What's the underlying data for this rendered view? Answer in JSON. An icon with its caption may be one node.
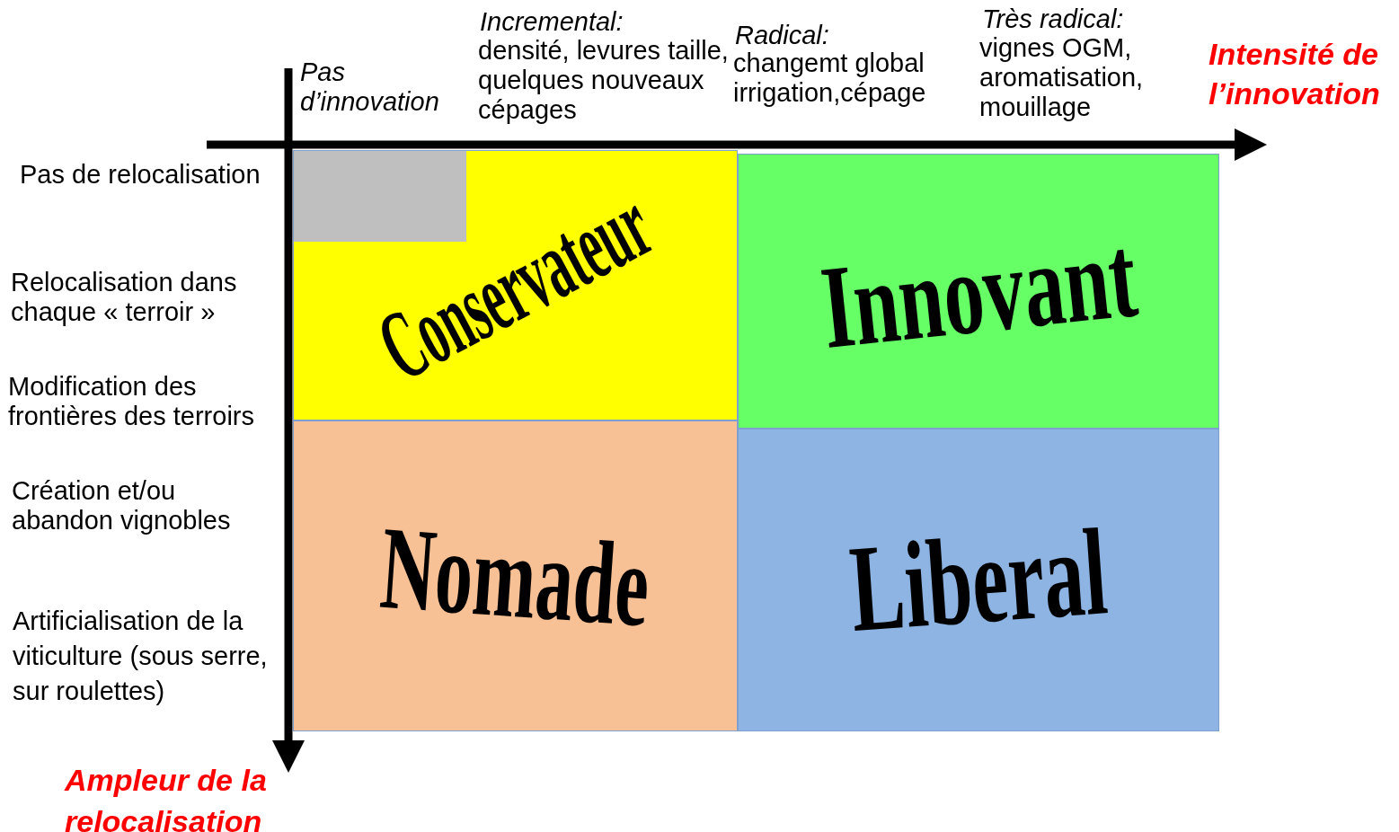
{
  "diagram": {
    "nodes": [
      {
        "text": [
          "Conservateur"
        ]
      },
      {
        "text": [],
        "shape": "box",
        "in": 0
      },
      {
        "text": [
          "Innovant"
        ]
      },
      {
        "text": [
          "Nomade"
        ]
      },
      {
        "text": [
          "Liberal"
        ]
      }
    ],
    "labels": [
      "Pas d’innovation",
      "Incremental:",
      "densité, levures taille, quelques nouveaux cépages",
      "Radical:",
      "changemt global irrigation,cépage",
      "Très radical:",
      "vignes OGM, aromatisation, mouillage",
      "Intensité de l’innovation",
      "Pas de relocalisation",
      "Relocalisation dans chaque « terroir »",
      "Modification des frontières des terroirs",
      "Création et/ou abandon  vignobles",
      "Artificialisation de la viticulture (sous serre, sur roulettes)",
      "Ampleur de la relocalisation"
    ]
  }
}
